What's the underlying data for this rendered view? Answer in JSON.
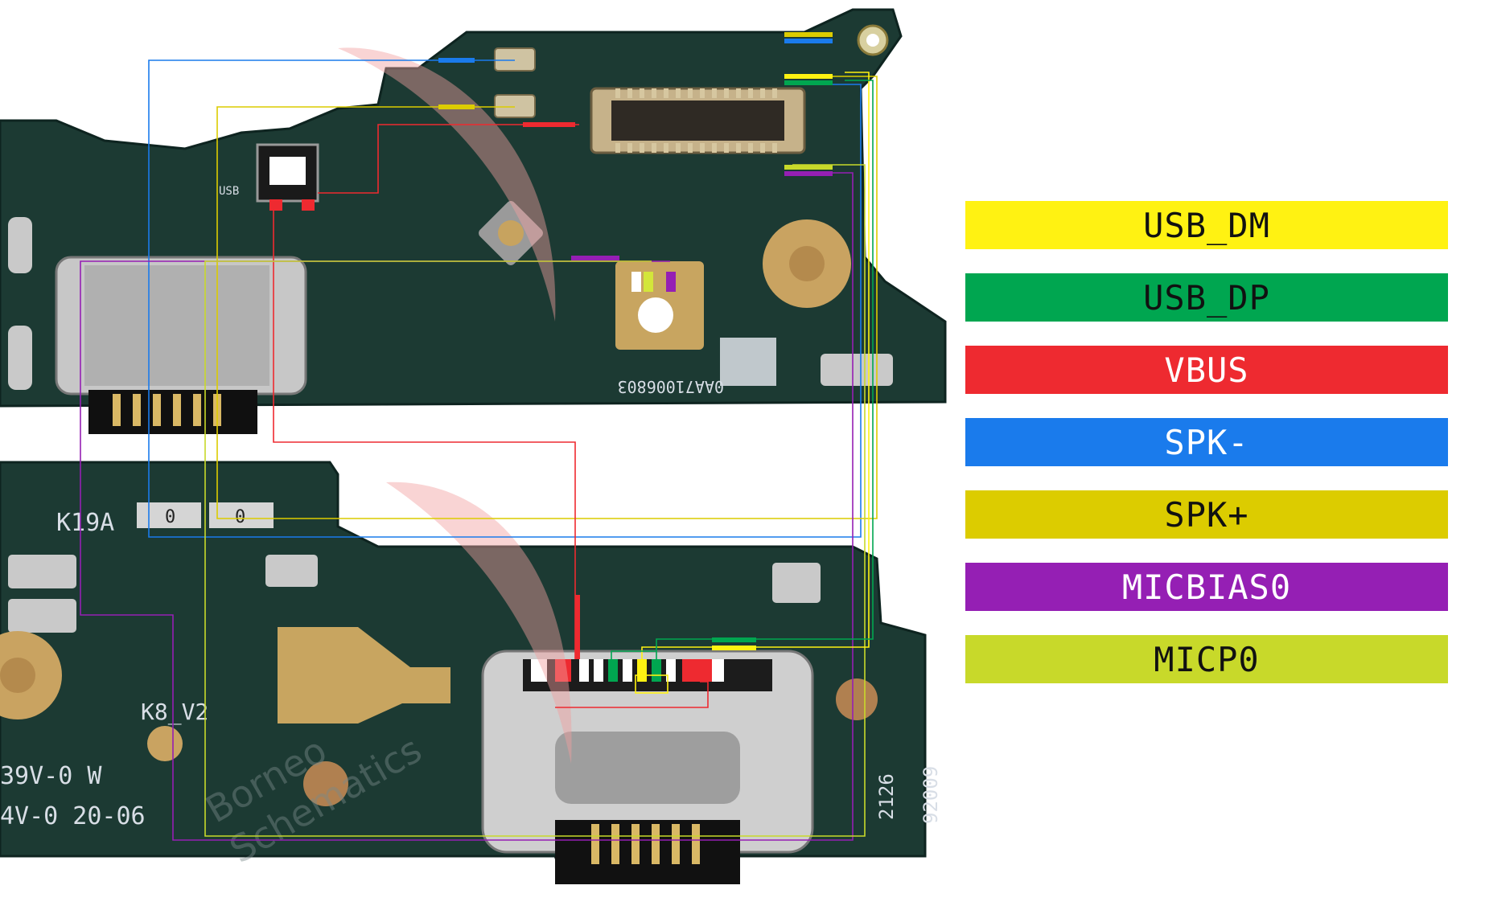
{
  "legend": [
    {
      "label": "USB_DM",
      "color": "#fff212",
      "text_color": "#111111"
    },
    {
      "label": "USB_DP",
      "color": "#00a650",
      "text_color": "#111111"
    },
    {
      "label": "VBUS",
      "color": "#ee2a30",
      "text_color": "#ffffff"
    },
    {
      "label": "SPK-",
      "color": "#1a7bec",
      "text_color": "#ffffff"
    },
    {
      "label": "SPK+",
      "color": "#dccc00",
      "text_color": "#111111"
    },
    {
      "label": "MICBIAS0",
      "color": "#951fb4",
      "text_color": "#ffffff"
    },
    {
      "label": "MICP0",
      "color": "#c8d92a",
      "text_color": "#111111"
    }
  ],
  "board_text": {
    "top_serial": "0AA71006803",
    "bottom_code_a": "K19A",
    "bottom_code_b": "K8_V2",
    "bottom_code_c": "39V-0 W",
    "bottom_code_d": "4V-0 20-06",
    "bottom_code_e": "2126",
    "bottom_code_f": "92009",
    "usb_tag": "USB"
  },
  "watermark": {
    "line1": "Borneo",
    "line2": "Schematics"
  }
}
